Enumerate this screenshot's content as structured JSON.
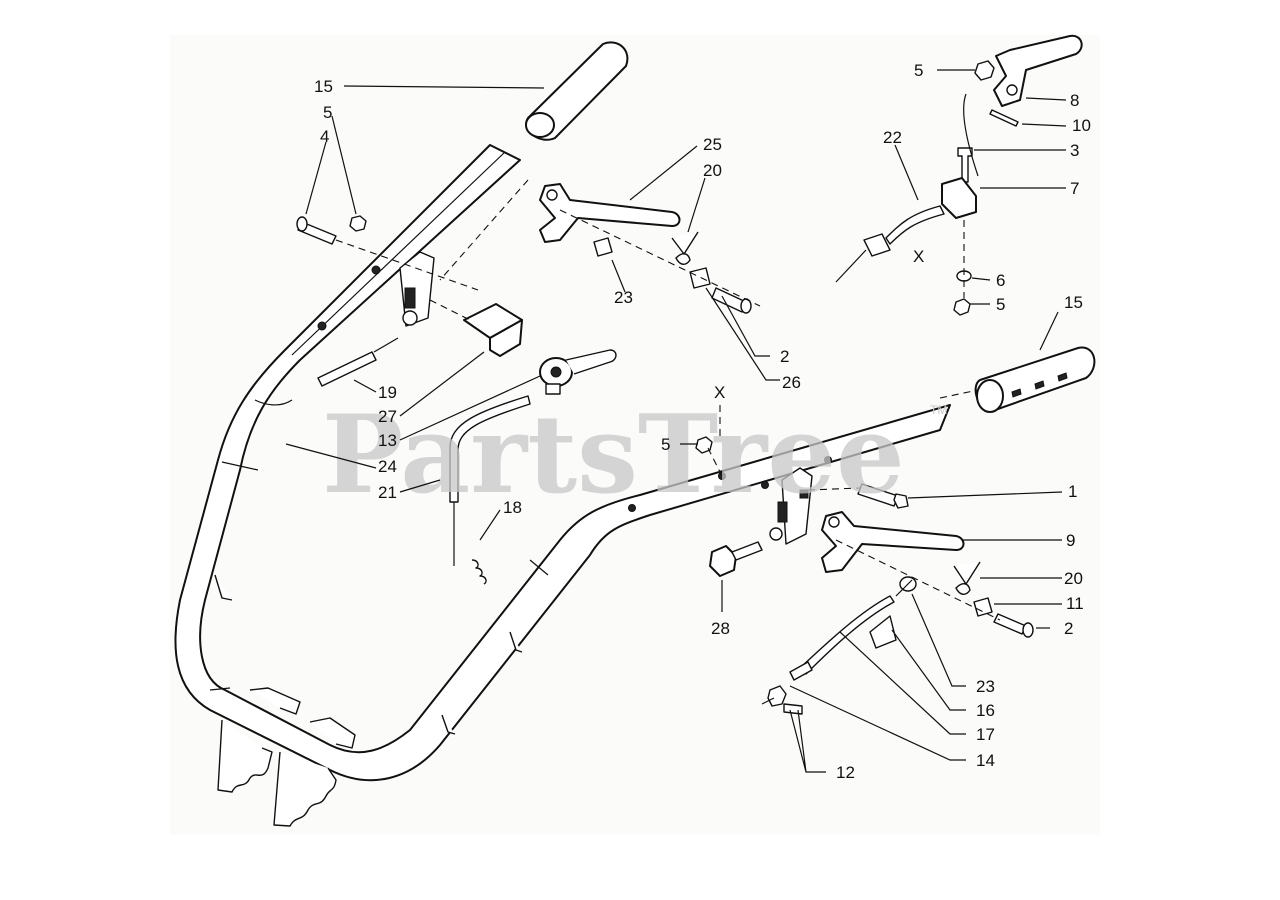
{
  "watermark": {
    "text": "PartsTree",
    "trademark": "TM"
  },
  "callouts": {
    "c15a": "15",
    "c5a": "5",
    "c4": "4",
    "c25": "25",
    "c20a": "20",
    "c23a": "23",
    "c2a": "2",
    "c26": "26",
    "c19": "19",
    "c27": "27",
    "c13": "13",
    "c24": "24",
    "c21": "21",
    "c18": "18",
    "cXa": "X",
    "c5b": "5",
    "c5c": "5",
    "c8": "8",
    "c10": "10",
    "c22": "22",
    "c3": "3",
    "c7": "7",
    "cXb": "X",
    "c6": "6",
    "c5d": "5",
    "c15b": "15",
    "c1": "1",
    "c9": "9",
    "c20b": "20",
    "c11": "11",
    "c2b": "2",
    "c28": "28",
    "c23b": "23",
    "c16": "16",
    "c17": "17",
    "c14": "14",
    "c12": "12"
  }
}
